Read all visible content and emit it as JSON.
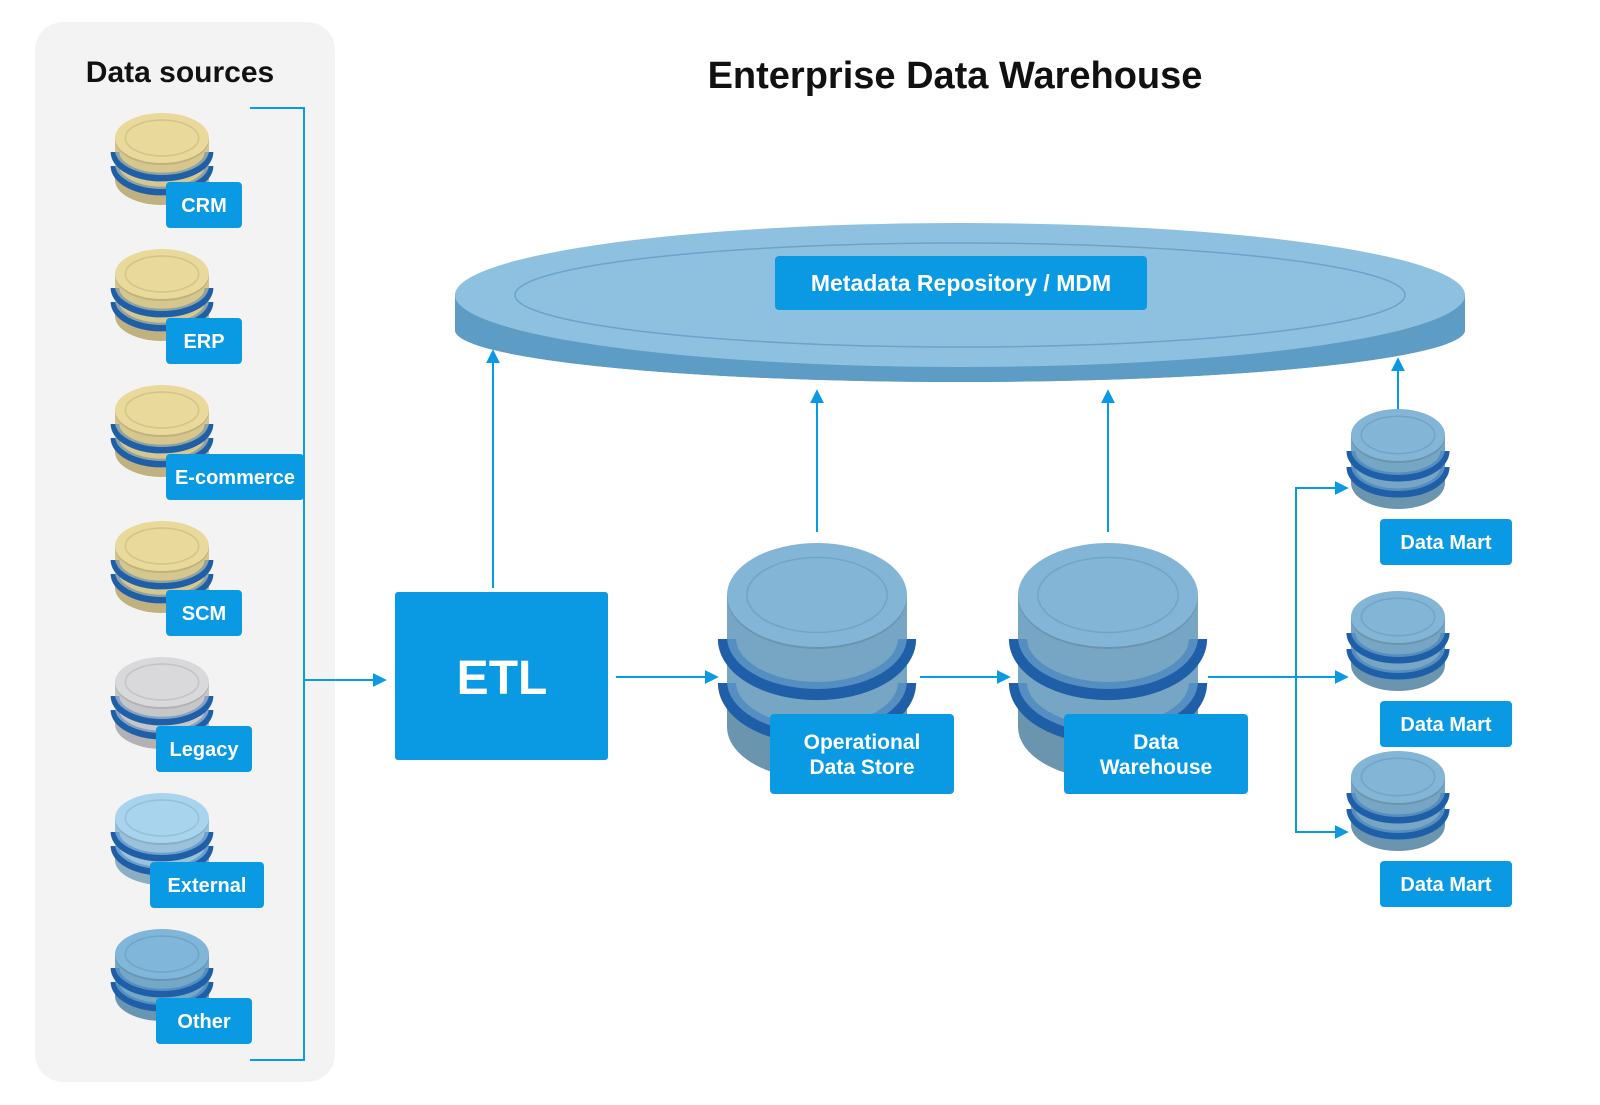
{
  "sources": {
    "title": "Data sources",
    "items": [
      {
        "label": "CRM",
        "color": "#e9d99a"
      },
      {
        "label": "ERP",
        "color": "#e9d99a"
      },
      {
        "label": "E-commerce",
        "color": "#e9d99a"
      },
      {
        "label": "SCM",
        "color": "#e9d99a"
      },
      {
        "label": "Legacy",
        "color": "#d9d9dc"
      },
      {
        "label": "External",
        "color": "#a9d4ee"
      },
      {
        "label": "Other",
        "color": "#7fb6d9"
      }
    ]
  },
  "diagram": {
    "title": "Enterprise Data Warehouse",
    "metadata_label": "Metadata Repository / MDM",
    "etl_label": "ETL",
    "ods_label": [
      "Operational",
      "Data Store"
    ],
    "dw_label": [
      "Data",
      "Warehouse"
    ],
    "data_marts": [
      "Data Mart",
      "Data Mart",
      "Data Mart"
    ]
  },
  "colors": {
    "accent": "#0a9ae4",
    "db_blue": "#82b5d6",
    "stripe": "#1f5fa8",
    "panel": "#f3f3f3"
  }
}
